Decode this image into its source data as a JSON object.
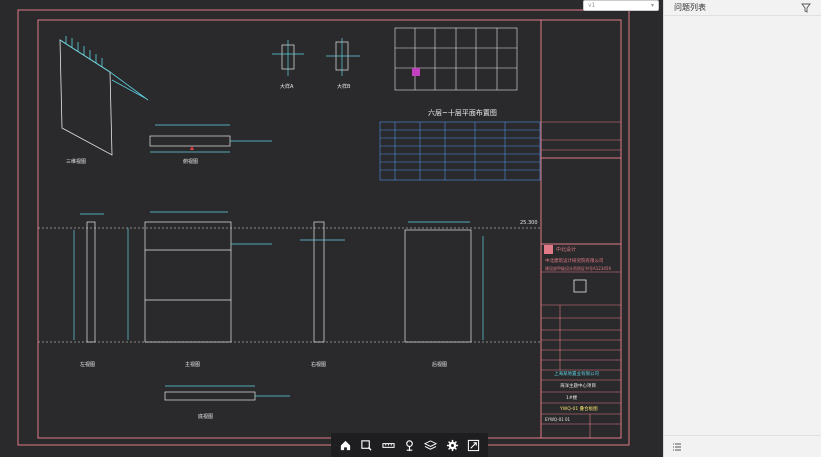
{
  "version_select": {
    "value": "v1"
  },
  "sidebar": {
    "title": "问题列表"
  },
  "drawing": {
    "view_labels": {
      "axon": "三维视图",
      "plan": "俯视图",
      "detail_a": "大样A",
      "detail_b": "大样B",
      "left": "左视图",
      "front": "主视图",
      "right": "右视图",
      "back": "后视图",
      "bottom": "底视图",
      "floor_plan": "六层~十层平面布置图"
    },
    "level_mark": "25.300",
    "title_block": {
      "company_cn": "中北建筑设计研究院有限公司",
      "cert": "建设部甲级设计资质证书号A123456",
      "client": "上海某地置业有限公司",
      "project": "海洋主题中心项目",
      "building": "1#楼",
      "sheet_title": "YWQ-01 叠合板图",
      "drawing_no": "EYWQ-01 01",
      "logo_text": "中北设计"
    }
  },
  "toolbar": {
    "tools": [
      "home-icon",
      "zoom-box-icon",
      "measure-icon",
      "markup-icon",
      "layers-icon",
      "settings-icon",
      "fullscreen-icon"
    ]
  },
  "colors": {
    "cad_bg": "#2a2a2c",
    "frame": "#e07a86",
    "cyan": "#5fd3e0",
    "white_line": "#e6e6e6",
    "blue_line": "#4c8fe8"
  }
}
